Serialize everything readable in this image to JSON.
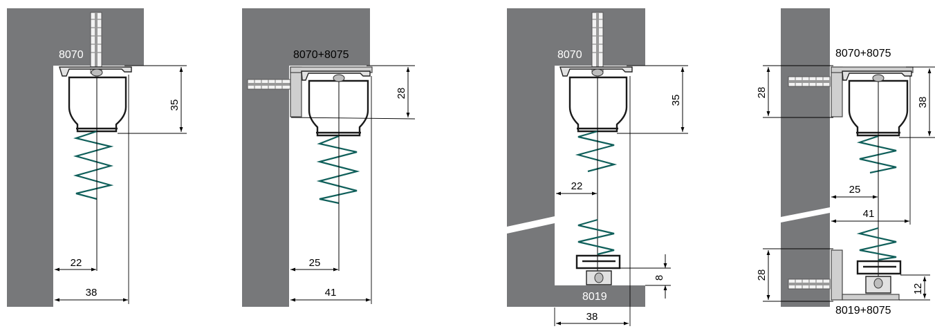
{
  "diagrams": [
    {
      "id": "d1",
      "product_label": "8070",
      "dimensions": {
        "height": "35",
        "offset": "22",
        "width": "38"
      }
    },
    {
      "id": "d2",
      "product_label": "8070+8075",
      "dimensions": {
        "height": "28",
        "offset": "25",
        "width": "41"
      }
    },
    {
      "id": "d3",
      "product_label": "8070",
      "bottom_label": "8019",
      "dimensions": {
        "height": "35",
        "offset": "22",
        "bottom_height": "8",
        "width": "38"
      }
    },
    {
      "id": "d4",
      "product_label": "8070+8075",
      "bottom_label": "8019+8075",
      "dimensions": {
        "left_top": "28",
        "height": "38",
        "offset": "25",
        "width": "41",
        "left_bottom": "28",
        "bottom_height": "12"
      }
    }
  ],
  "colors": {
    "wall": "#77787a",
    "spring": "#0f5f5a",
    "line": "#000000"
  }
}
